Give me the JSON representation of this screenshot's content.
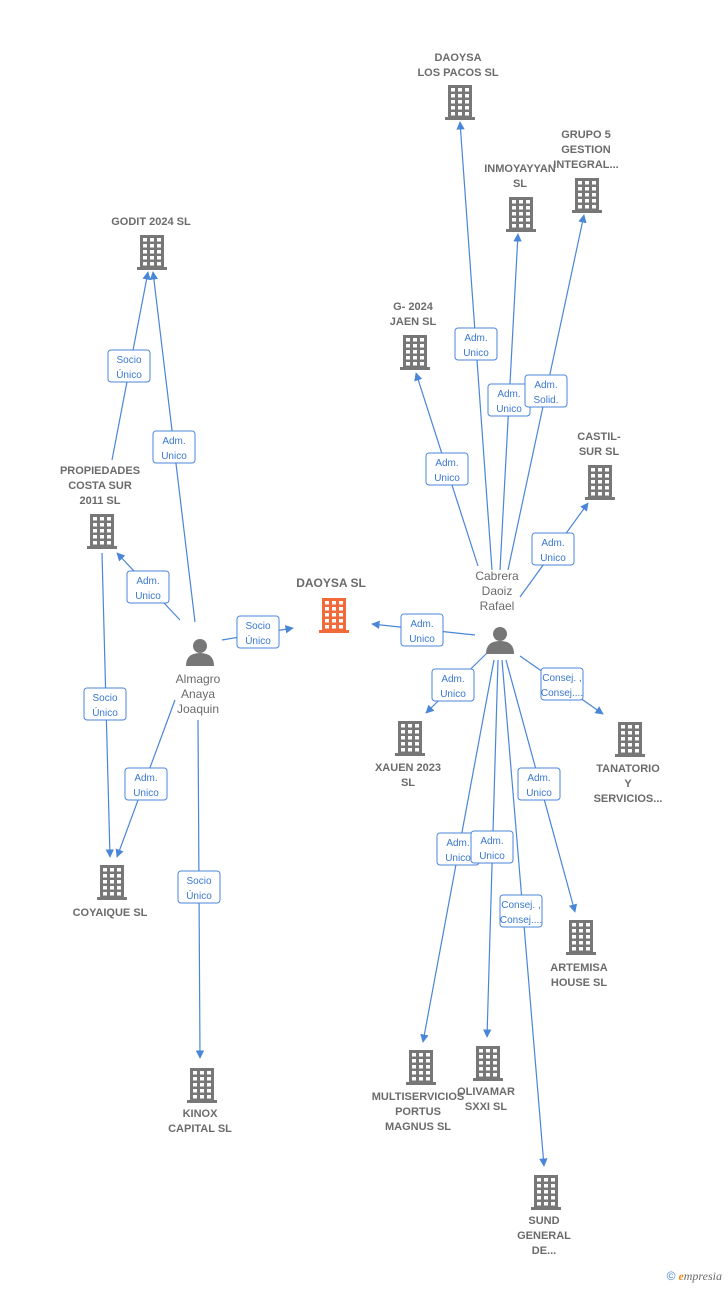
{
  "colors": {
    "edge": "#4a86d8",
    "building": "#777777",
    "main_building": "#f26a3a",
    "person": "#777777"
  },
  "nodes": [
    {
      "id": "daoysa",
      "type": "company",
      "main": true,
      "lines": [
        "DAOYSA  SL"
      ]
    },
    {
      "id": "almagro",
      "type": "person",
      "lines": [
        "Almagro",
        "Anaya",
        "Joaquin"
      ]
    },
    {
      "id": "cabrera",
      "type": "person",
      "lines": [
        "Cabrera",
        "Daoiz",
        "Rafael"
      ]
    },
    {
      "id": "godit",
      "type": "company",
      "lines": [
        "GODIT 2024  SL"
      ]
    },
    {
      "id": "propiedades",
      "type": "company",
      "lines": [
        "PROPIEDADES",
        "COSTA SUR",
        "2011 SL"
      ]
    },
    {
      "id": "coyaique",
      "type": "company",
      "lines": [
        "COYAIQUE  SL"
      ]
    },
    {
      "id": "kinox",
      "type": "company",
      "lines": [
        "KINOX",
        "CAPITAL  SL"
      ]
    },
    {
      "id": "daoysa_pacos",
      "type": "company",
      "lines": [
        "DAOYSA",
        "LOS PACOS  SL"
      ]
    },
    {
      "id": "grupo5",
      "type": "company",
      "lines": [
        "GRUPO 5",
        "GESTION",
        "INTEGRAL..."
      ]
    },
    {
      "id": "inmoyayyan",
      "type": "company",
      "lines": [
        "INMOYAYYAN",
        "SL"
      ]
    },
    {
      "id": "g2024",
      "type": "company",
      "lines": [
        "G-  2024",
        "JAEN  SL"
      ]
    },
    {
      "id": "castil",
      "type": "company",
      "lines": [
        "CASTIL-",
        "SUR  SL"
      ]
    },
    {
      "id": "xauen",
      "type": "company",
      "lines": [
        "XAUEN 2023",
        "SL"
      ]
    },
    {
      "id": "tanatorio",
      "type": "company",
      "lines": [
        "TANATORIO",
        "Y",
        "SERVICIOS..."
      ]
    },
    {
      "id": "artemisa",
      "type": "company",
      "lines": [
        "ARTEMISA",
        "HOUSE  SL"
      ]
    },
    {
      "id": "multiservicios",
      "type": "company",
      "lines": [
        "MULTISERVICIOS",
        "PORTUS",
        "MAGNUS  SL"
      ]
    },
    {
      "id": "olivamar",
      "type": "company",
      "lines": [
        "OLIVAMAR",
        "SXXI  SL"
      ]
    },
    {
      "id": "sund",
      "type": "company",
      "lines": [
        "SUND",
        "GENERAL",
        "DE..."
      ]
    }
  ],
  "edges": [
    {
      "from": "almagro",
      "to": "daoysa",
      "lines": [
        "Socio",
        "Único"
      ]
    },
    {
      "from": "cabrera",
      "to": "daoysa",
      "lines": [
        "Adm.",
        "Unico"
      ]
    },
    {
      "from": "propiedades",
      "to": "godit",
      "lines": [
        "Socio",
        "Único"
      ]
    },
    {
      "from": "almagro",
      "to": "godit",
      "lines": [
        "Adm.",
        "Unico"
      ]
    },
    {
      "from": "almagro",
      "to": "propiedades",
      "lines": [
        "Adm.",
        "Unico"
      ]
    },
    {
      "from": "propiedades",
      "to": "coyaique",
      "lines": [
        "Socio",
        "Único"
      ]
    },
    {
      "from": "almagro",
      "to": "coyaique",
      "lines": [
        "Adm.",
        "Unico"
      ]
    },
    {
      "from": "almagro",
      "to": "kinox",
      "lines": [
        "Socio",
        "Único"
      ]
    },
    {
      "from": "cabrera",
      "to": "daoysa_pacos",
      "lines": [
        "Adm.",
        "Unico"
      ]
    },
    {
      "from": "cabrera",
      "to": "inmoyayyan",
      "lines": [
        "Adm.",
        "Unico"
      ]
    },
    {
      "from": "cabrera",
      "to": "grupo5",
      "lines": [
        "Adm.",
        "Solid."
      ]
    },
    {
      "from": "cabrera",
      "to": "g2024",
      "lines": [
        "Adm.",
        "Unico"
      ]
    },
    {
      "from": "cabrera",
      "to": "castil",
      "lines": [
        "Adm.",
        "Unico"
      ]
    },
    {
      "from": "cabrera",
      "to": "xauen",
      "lines": [
        "Adm.",
        "Unico"
      ]
    },
    {
      "from": "cabrera",
      "to": "tanatorio",
      "lines": [
        "Consej. ,",
        "Consej...."
      ]
    },
    {
      "from": "cabrera",
      "to": "artemisa",
      "lines": [
        "Adm.",
        "Unico"
      ]
    },
    {
      "from": "cabrera",
      "to": "multiservicios",
      "lines": [
        "Adm.",
        "Unico"
      ]
    },
    {
      "from": "cabrera",
      "to": "olivamar",
      "lines": [
        "Adm.",
        "Unico"
      ]
    },
    {
      "from": "cabrera",
      "to": "sund",
      "lines": [
        "Consej. ,",
        "Consej...."
      ]
    }
  ],
  "brand": {
    "copyright": "©",
    "e": "e",
    "rest": "mpresia"
  }
}
